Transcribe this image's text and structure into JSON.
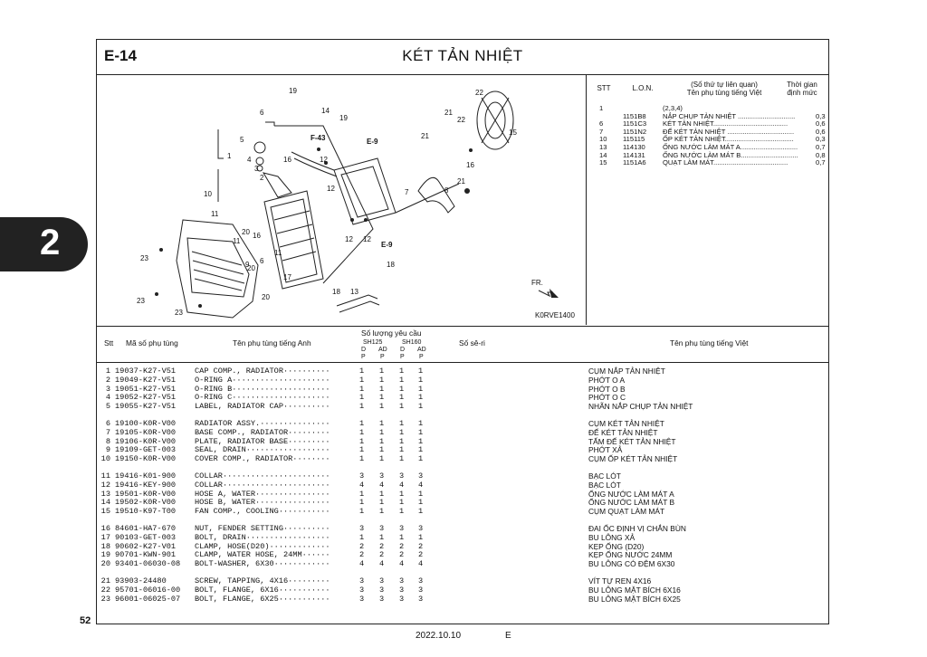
{
  "section_tab": "2",
  "page_number": "52",
  "header": {
    "code": "E-14",
    "title": "KÉT TẢN NHIỆT"
  },
  "diagram": {
    "labels": [
      "19",
      "14",
      "22",
      "21",
      "22",
      "15",
      "6",
      "19",
      "F-43",
      "E-9",
      "5",
      "1",
      "4",
      "3",
      "2",
      "16",
      "12",
      "12",
      "21",
      "16",
      "8",
      "21",
      "7",
      "10",
      "11",
      "20",
      "16",
      "11",
      "9",
      "17",
      "11",
      "20",
      "6",
      "20",
      "23",
      "23",
      "23",
      "12",
      "12",
      "E-9",
      "18",
      "18",
      "13",
      "FR."
    ],
    "figure_code": "K0RVE1400"
  },
  "kit_header": {
    "stt": "STT",
    "lon": "L.O.N.",
    "name_line1": "(Số thứ tự liên quan)",
    "name_line2": "Tên phụ tùng tiếng Việt",
    "time_line1": "Thời gian",
    "time_line2": "định mức"
  },
  "kit_rows": [
    {
      "stt": "1",
      "lon": "",
      "name": "(2,3,4)",
      "time": ""
    },
    {
      "stt": "",
      "lon": "1151B8",
      "name": "NẮP CHỤP TẢN NHIỆT ..............................",
      "time": "0,3"
    },
    {
      "stt": "6",
      "lon": "1151C3",
      "name": "KÉT TẢN NHIỆT.......................................",
      "time": "0,6"
    },
    {
      "stt": "7",
      "lon": "1151N2",
      "name": "ĐẾ KÉT TẢN NHIỆT ...................................",
      "time": "0,6"
    },
    {
      "stt": "10",
      "lon": "115115",
      "name": "ỐP KÉT TẢN NHIỆT....................................",
      "time": "0,3"
    },
    {
      "stt": "13",
      "lon": "114130",
      "name": "ỐNG NƯỚC LÀM MÁT A..............................",
      "time": "0,7"
    },
    {
      "stt": "14",
      "lon": "114131",
      "name": "ỐNG NƯỚC LÀM MÁT B..............................",
      "time": "0,8"
    },
    {
      "stt": "15",
      "lon": "1151A6",
      "name": "QUẠT LÀM MÁT.......................................",
      "time": "0,7"
    }
  ],
  "table_header": {
    "stt": "Stt",
    "code": "Mã số phụ tùng",
    "name_en": "Tên phụ tùng tiếng Anh",
    "qty": "Số lượng yêu cầu",
    "sh125": "SH125",
    "sh160": "SH160",
    "d": "D",
    "ad": "AD",
    "p": "P",
    "serial": "Số sê-ri",
    "name_vn": "Tên phụ tùng tiếng Việt"
  },
  "parts": [
    {
      "stt": "1",
      "code": "19037-K27-V51",
      "name_en": "CAP COMP., RADIATOR··········",
      "q": [
        "1",
        "1",
        "1",
        "1"
      ],
      "name_vn": "CỤM NẮP TẢN NHIỆT"
    },
    {
      "stt": "2",
      "code": "19049-K27-V51",
      "name_en": "O-RING A·····················",
      "q": [
        "1",
        "1",
        "1",
        "1"
      ],
      "name_vn": "PHỚT O A"
    },
    {
      "stt": "3",
      "code": "19051-K27-V51",
      "name_en": "O-RING B·····················",
      "q": [
        "1",
        "1",
        "1",
        "1"
      ],
      "name_vn": "PHỚT O B"
    },
    {
      "stt": "4",
      "code": "19052-K27-V51",
      "name_en": "O-RING C·····················",
      "q": [
        "1",
        "1",
        "1",
        "1"
      ],
      "name_vn": "PHỚT O C"
    },
    {
      "stt": "5",
      "code": "19055-K27-V51",
      "name_en": "LABEL, RADIATOR CAP··········",
      "q": [
        "1",
        "1",
        "1",
        "1"
      ],
      "name_vn": "NHÃN NẮP CHỤP TẢN NHIỆT"
    },
    {
      "stt": "6",
      "code": "19100-K0R-V00",
      "name_en": "RADIATOR ASSY.···············",
      "q": [
        "1",
        "1",
        "1",
        "1"
      ],
      "name_vn": "CỤM KÉT TẢN NHIỆT"
    },
    {
      "stt": "7",
      "code": "19105-K0R-V00",
      "name_en": "BASE COMP., RADIATOR·········",
      "q": [
        "1",
        "1",
        "1",
        "1"
      ],
      "name_vn": "ĐẾ KÉT TẢN NHIỆT"
    },
    {
      "stt": "8",
      "code": "19106-K0R-V00",
      "name_en": "PLATE, RADIATOR BASE·········",
      "q": [
        "1",
        "1",
        "1",
        "1"
      ],
      "name_vn": "TẤM ĐẾ KÉT TẢN NHIỆT"
    },
    {
      "stt": "9",
      "code": "19109-GET-003",
      "name_en": "SEAL, DRAIN··················",
      "q": [
        "1",
        "1",
        "1",
        "1"
      ],
      "name_vn": "PHỚT XẢ"
    },
    {
      "stt": "10",
      "code": "19150-K0R-V00",
      "name_en": "COVER COMP., RADIATOR········",
      "q": [
        "1",
        "1",
        "1",
        "1"
      ],
      "name_vn": "CỤM ỐP KÉT TẢN NHIỆT"
    },
    {
      "stt": "11",
      "code": "19416-K01-900",
      "name_en": "COLLAR·······················",
      "q": [
        "3",
        "3",
        "3",
        "3"
      ],
      "name_vn": "BẠC LÓT"
    },
    {
      "stt": "12",
      "code": "19416-KEY-900",
      "name_en": "COLLAR·······················",
      "q": [
        "4",
        "4",
        "4",
        "4"
      ],
      "name_vn": "BẠC LÓT"
    },
    {
      "stt": "13",
      "code": "19501-K0R-V00",
      "name_en": "HOSE A, WATER················",
      "q": [
        "1",
        "1",
        "1",
        "1"
      ],
      "name_vn": "ỐNG NƯỚC LÀM MÁT A"
    },
    {
      "stt": "14",
      "code": "19502-K0R-V00",
      "name_en": "HOSE B, WATER················",
      "q": [
        "1",
        "1",
        "1",
        "1"
      ],
      "name_vn": "ỐNG NƯỚC LÀM MÁT B"
    },
    {
      "stt": "15",
      "code": "19510-K97-T00",
      "name_en": "FAN COMP., COOLING···········",
      "q": [
        "1",
        "1",
        "1",
        "1"
      ],
      "name_vn": "CỤM QUẠT LÀM MÁT"
    },
    {
      "stt": "16",
      "code": "84601-HA7-670",
      "name_en": "NUT, FENDER SETTING··········",
      "q": [
        "3",
        "3",
        "3",
        "3"
      ],
      "name_vn": "ĐAI ỐC ĐỊNH VỊ CHẮN BÙN"
    },
    {
      "stt": "17",
      "code": "90103-GET-003",
      "name_en": "BOLT, DRAIN··················",
      "q": [
        "1",
        "1",
        "1",
        "1"
      ],
      "name_vn": "BU LÔNG XẢ"
    },
    {
      "stt": "18",
      "code": "90602-K27-V01",
      "name_en": "CLAMP, HOSE(D20)·············",
      "q": [
        "2",
        "2",
        "2",
        "2"
      ],
      "name_vn": "KẸP ỐNG (D20)"
    },
    {
      "stt": "19",
      "code": "90701-KWN-901",
      "name_en": "CLAMP, WATER HOSE, 24MM······",
      "q": [
        "2",
        "2",
        "2",
        "2"
      ],
      "name_vn": "KẸP ỐNG NƯỚC 24MM"
    },
    {
      "stt": "20",
      "code": "93401-06030-08",
      "name_en": "BOLT-WASHER, 6X30············",
      "q": [
        "4",
        "4",
        "4",
        "4"
      ],
      "name_vn": "BU LÔNG CÓ ĐỆM 6X30"
    },
    {
      "stt": "21",
      "code": "93903-24480",
      "name_en": "SCREW, TAPPING, 4X16·········",
      "q": [
        "3",
        "3",
        "3",
        "3"
      ],
      "name_vn": "VÍT TỰ REN 4X16"
    },
    {
      "stt": "22",
      "code": "95701-06016-00",
      "name_en": "BOLT, FLANGE, 6X16···········",
      "q": [
        "3",
        "3",
        "3",
        "3"
      ],
      "name_vn": "BU LÔNG MẶT BÍCH 6X16"
    },
    {
      "stt": "23",
      "code": "96001-06025-07",
      "name_en": "BOLT, FLANGE, 6X25···········",
      "q": [
        "3",
        "3",
        "3",
        "3"
      ],
      "name_vn": "BU LÔNG MẶT BÍCH 6X25"
    }
  ],
  "footer": {
    "date": "2022.10.10",
    "edition": "E"
  }
}
